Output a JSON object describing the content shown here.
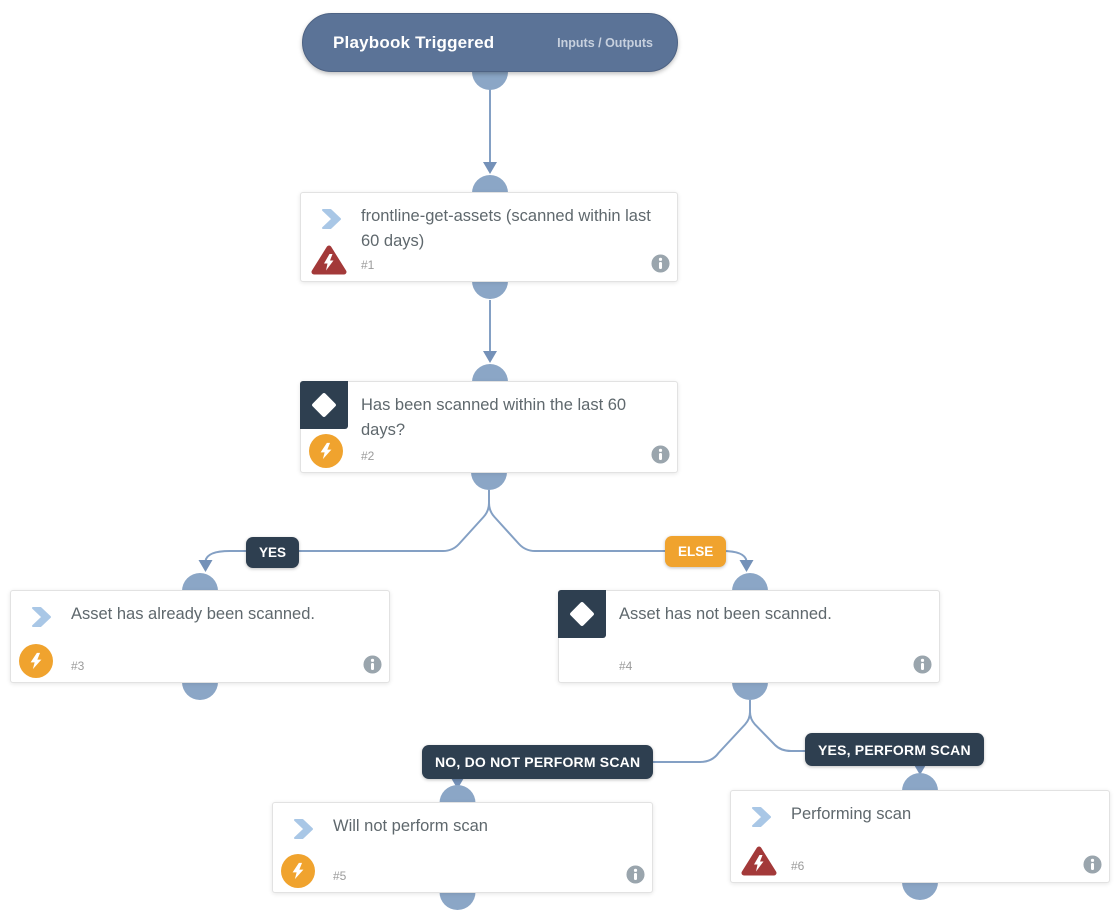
{
  "trigger": {
    "title": "Playbook Triggered",
    "io_link": "Inputs / Outputs"
  },
  "nodes": [
    {
      "id": "#1",
      "title": "frontline-get-assets (scanned within last 60 days)",
      "type": "task",
      "type_icon": "chevron-right-icon",
      "status_icon": "error-triangle-lightning-icon"
    },
    {
      "id": "#2",
      "title": "Has been scanned within the last 60 days?",
      "type": "condition",
      "type_icon": "diamond-icon",
      "status_icon": "lightning-circle-icon"
    },
    {
      "id": "#3",
      "title": "Asset has already been scanned.",
      "type": "task",
      "type_icon": "chevron-right-icon",
      "status_icon": "lightning-circle-icon"
    },
    {
      "id": "#4",
      "title": "Asset has not been scanned.",
      "type": "condition",
      "type_icon": "diamond-icon",
      "status_icon": "none"
    },
    {
      "id": "#5",
      "title": "Will not perform scan",
      "type": "task",
      "type_icon": "chevron-right-icon",
      "status_icon": "lightning-circle-icon"
    },
    {
      "id": "#6",
      "title": "Performing scan",
      "type": "task",
      "type_icon": "chevron-right-icon",
      "status_icon": "error-triangle-lightning-icon"
    }
  ],
  "edge_labels": [
    {
      "text": "YES",
      "style": "dark"
    },
    {
      "text": "ELSE",
      "style": "orange"
    },
    {
      "text": "NO, DO NOT PERFORM SCAN",
      "style": "dark"
    },
    {
      "text": "YES, PERFORM SCAN",
      "style": "dark"
    }
  ],
  "icons": {
    "info": "info-icon",
    "connector_dome": "connector-dome",
    "arrow": "arrow-down"
  },
  "colors": {
    "header_bg": "#5b7397",
    "connector_line": "#84a0c4",
    "connector_dome": "#8ba6c6",
    "arrow": "#7491b8",
    "dark_badge": "#2e3f50",
    "orange_badge": "#f0a32e",
    "error_red": "#a33939",
    "automation_yellow": "#f0a32e",
    "chevron_blue": "#a9c7e6",
    "info_gray": "#9aa5ad",
    "card_text": "#5f686d"
  }
}
